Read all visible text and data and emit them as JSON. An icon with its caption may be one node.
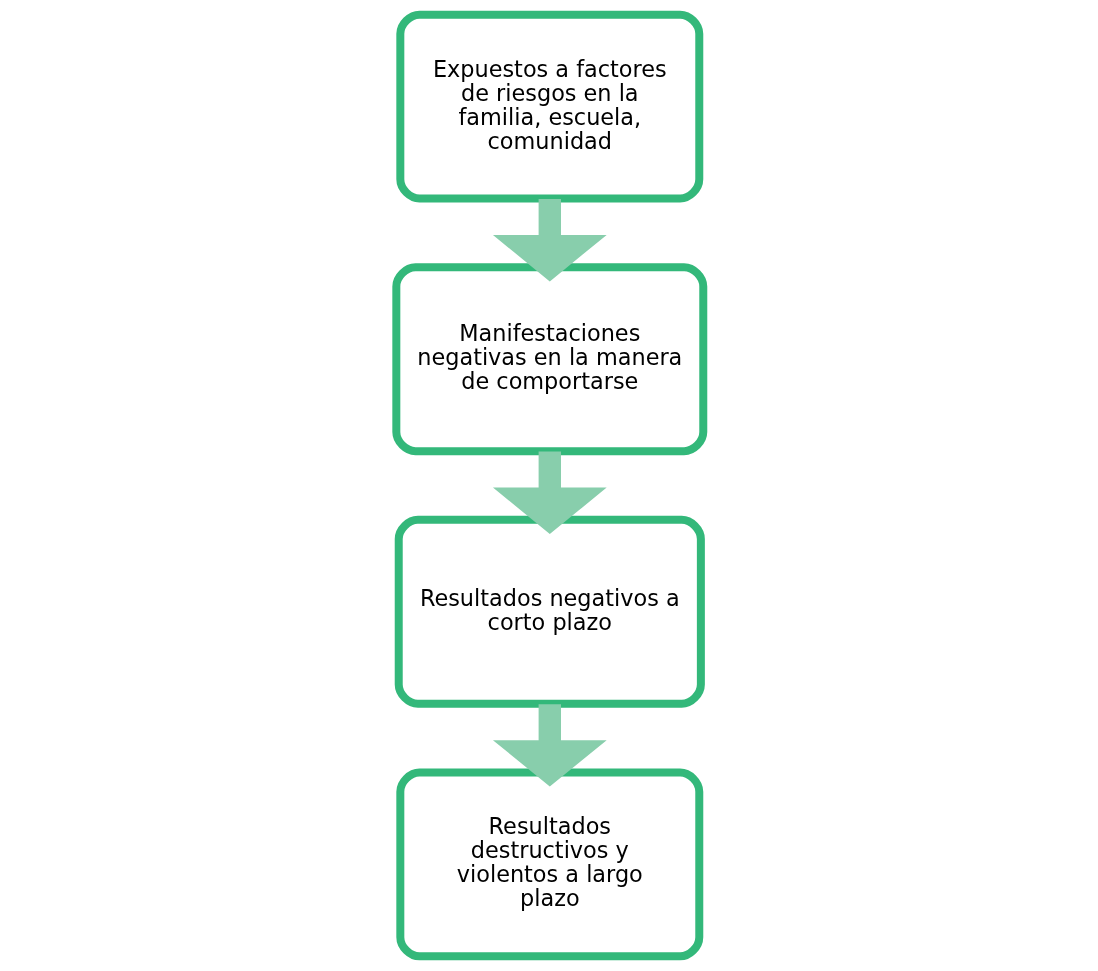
{
  "diagram": {
    "nodes": [
      {
        "text": [
          "Expuestos a factores de riesgos en la familia, escuela, comunidad"
        ]
      },
      {
        "text": [
          "Manifestaciones negativas en la manera de comportarse"
        ]
      },
      {
        "text": [
          "Resultados negativos a corto plazo"
        ]
      },
      {
        "text": [
          "Resultados destructivos y violentos a largo plazo"
        ]
      }
    ],
    "edges": [
      {
        "from": 0,
        "to": 1,
        "arrow": "to"
      },
      {
        "from": 1,
        "to": 2,
        "arrow": "to"
      },
      {
        "from": 2,
        "to": 3,
        "arrow": "to"
      }
    ]
  }
}
